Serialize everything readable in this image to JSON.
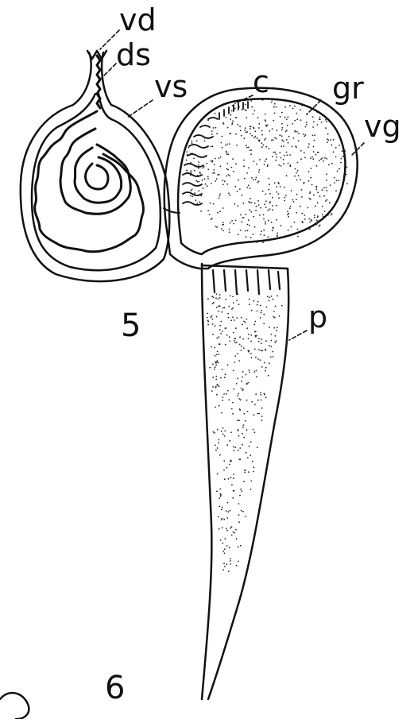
{
  "figure": {
    "labels": {
      "vd": "vd",
      "ds": "ds",
      "vs": "vs",
      "c": "c",
      "gr": "gr",
      "vg": "vg",
      "p": "p"
    },
    "figure_numbers": {
      "five": "5",
      "six": "6"
    },
    "colors": {
      "ink": "#111111",
      "paper": "#ffffff"
    }
  }
}
